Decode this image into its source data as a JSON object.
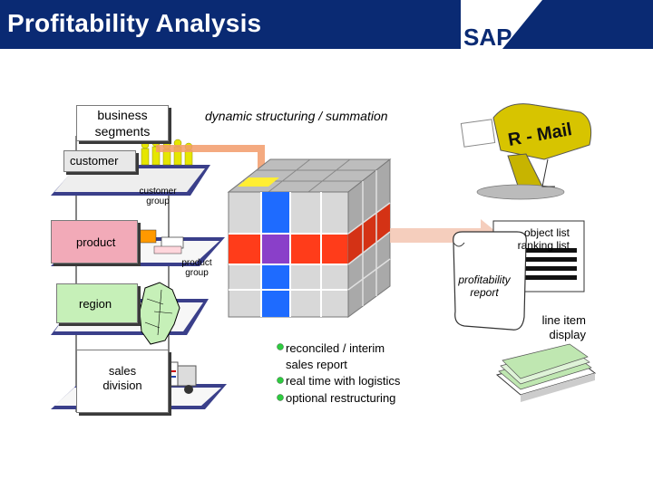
{
  "header": {
    "title": "Profitability Analysis",
    "logo_text": "SAP"
  },
  "diagram": {
    "business_segments_label": "business segments",
    "dynamic_label": "dynamic structuring / summation",
    "planes": [
      {
        "label": "customer",
        "sub_label": "customer group",
        "color": "#e8e8e8"
      },
      {
        "label": "product",
        "sub_label": "product group",
        "color": "#f2aab8"
      },
      {
        "label": "region",
        "color": "#c6f0b8"
      },
      {
        "label": "sales division",
        "color": "#ffffff"
      }
    ],
    "mailbox_text": "R - Mail",
    "scroll_label": "profitability report",
    "object_list_label": "object list ranking list",
    "line_item_label": "line item display",
    "features": [
      "reconciled / interim sales report",
      "real time with logistics",
      "optional restructuring"
    ],
    "colors": {
      "title_bar": "#0a2a73",
      "highlight_blue": "#1e6bff",
      "highlight_red": "#ff3c1a",
      "plane": "#3a3f8a",
      "arrow": "#f29b6a",
      "mailbox": "#d7c400",
      "list_green": "#bfe7b1"
    }
  }
}
